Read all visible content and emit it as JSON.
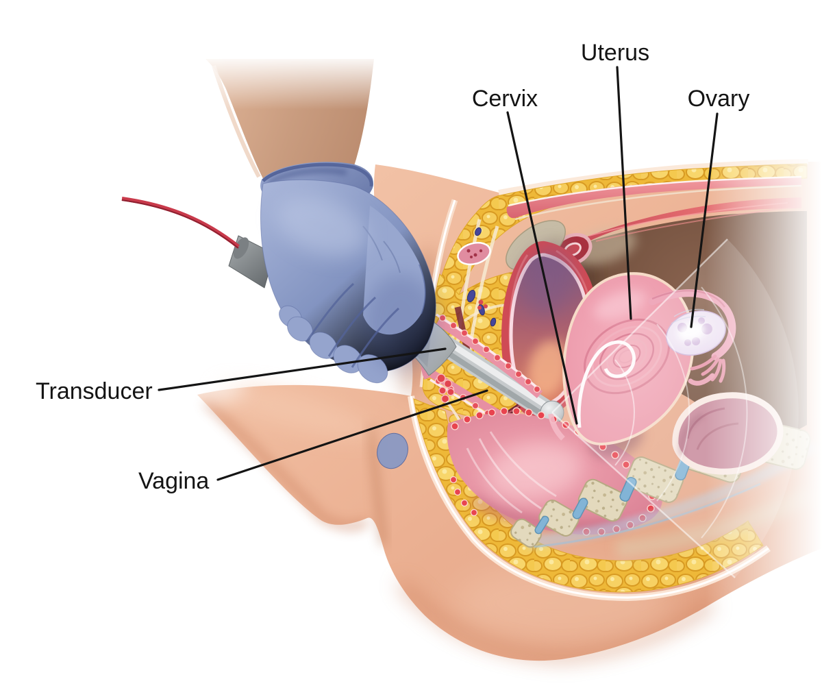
{
  "labels": {
    "uterus": "Uterus",
    "cervix": "Cervix",
    "ovary": "Ovary",
    "transducer": "Transducer",
    "vagina": "Vagina"
  },
  "colors": {
    "background": "#ffffff",
    "label_text": "#141414",
    "leader_line": "#141414",
    "skin": "#edb294",
    "skin_shadow": "#c98a6d",
    "glove_blue": "#8394c1",
    "glove_shadow": "#55659c",
    "transducer_gray": "#c2c6c8",
    "cable_red": "#c4374a",
    "fat_yellow": "#f3c33f",
    "muscle_pink": "#e5737d",
    "bladder_red": "#c64752",
    "uterus_pink": "#ef9fb0",
    "ovary_lavender": "#ece0f2",
    "bone_tan": "#e0d6ba",
    "disc_blue": "#85b7d6",
    "cavity_brown": "#6f5242"
  }
}
